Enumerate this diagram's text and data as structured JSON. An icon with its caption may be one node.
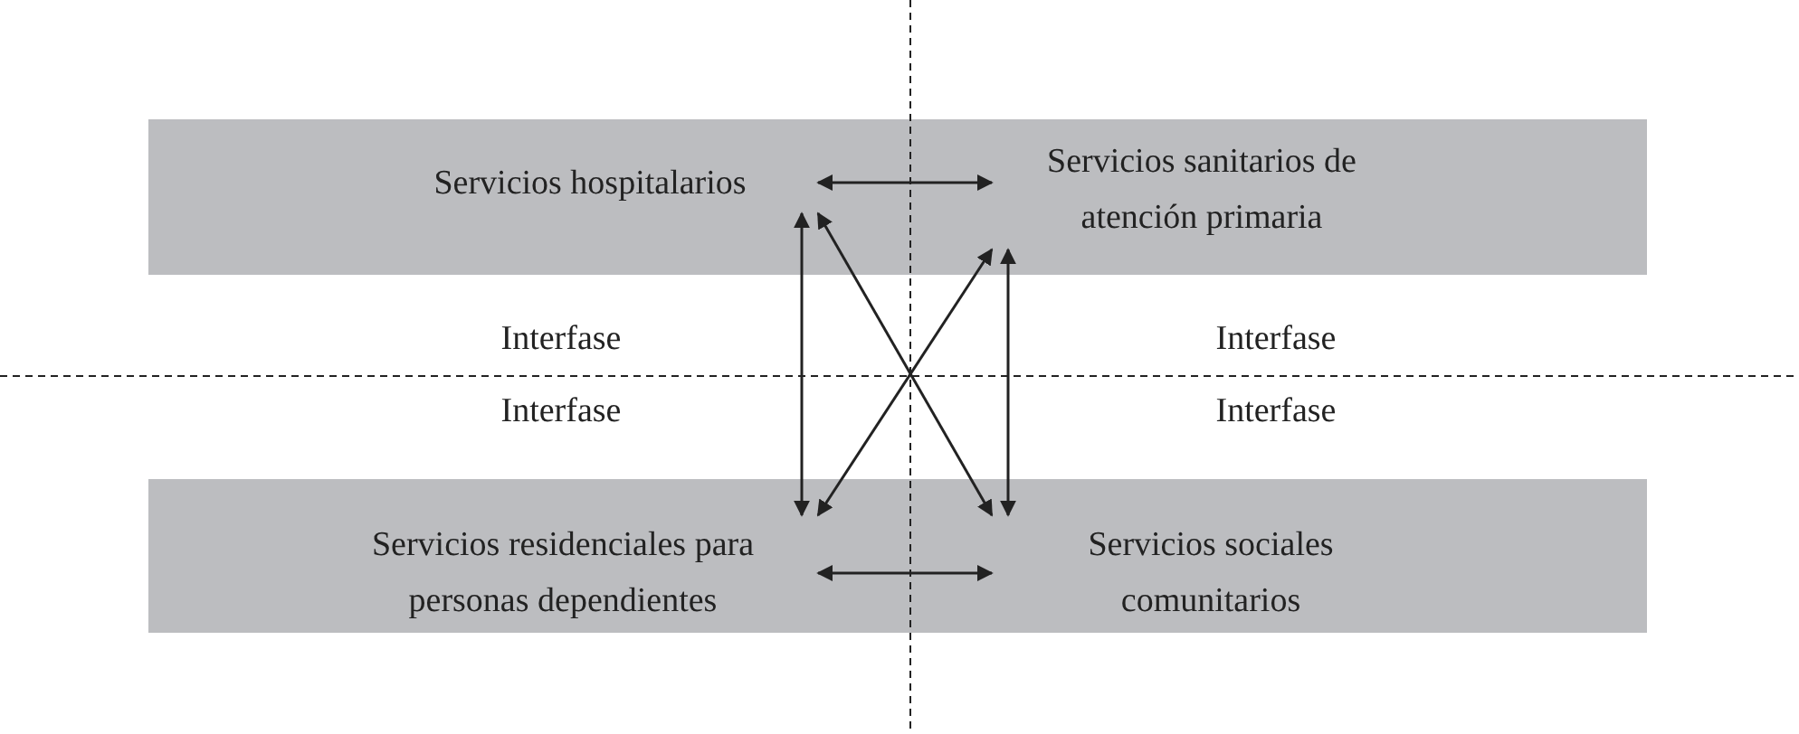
{
  "diagram": {
    "nodes": [
      {
        "text": [],
        "shape": "bar"
      },
      {
        "text": [
          "Servicios hospitalarios"
        ],
        "in": 0
      },
      {
        "text": [
          "Servicios sanitarios de atención primaria"
        ],
        "in": 0
      },
      {
        "text": [],
        "shape": "bar"
      },
      {
        "text": [
          "Servicios residenciales para personas dependientes"
        ],
        "in": 3
      },
      {
        "text": [
          "Servicios sociales comunitarios"
        ],
        "in": 3
      }
    ],
    "edges": [
      {
        "from": 1,
        "to": 2,
        "arrow": "both"
      },
      {
        "from": 1,
        "to": 4,
        "arrow": "both"
      },
      {
        "from": 1,
        "to": 5,
        "arrow": "both"
      },
      {
        "from": 2,
        "to": 4,
        "arrow": "both"
      },
      {
        "from": 2,
        "to": 5,
        "arrow": "both"
      },
      {
        "from": 4,
        "to": 5,
        "arrow": "both"
      }
    ],
    "labels": [
      "Interfase",
      "Interfase",
      "Interfase",
      "Interfase"
    ]
  }
}
